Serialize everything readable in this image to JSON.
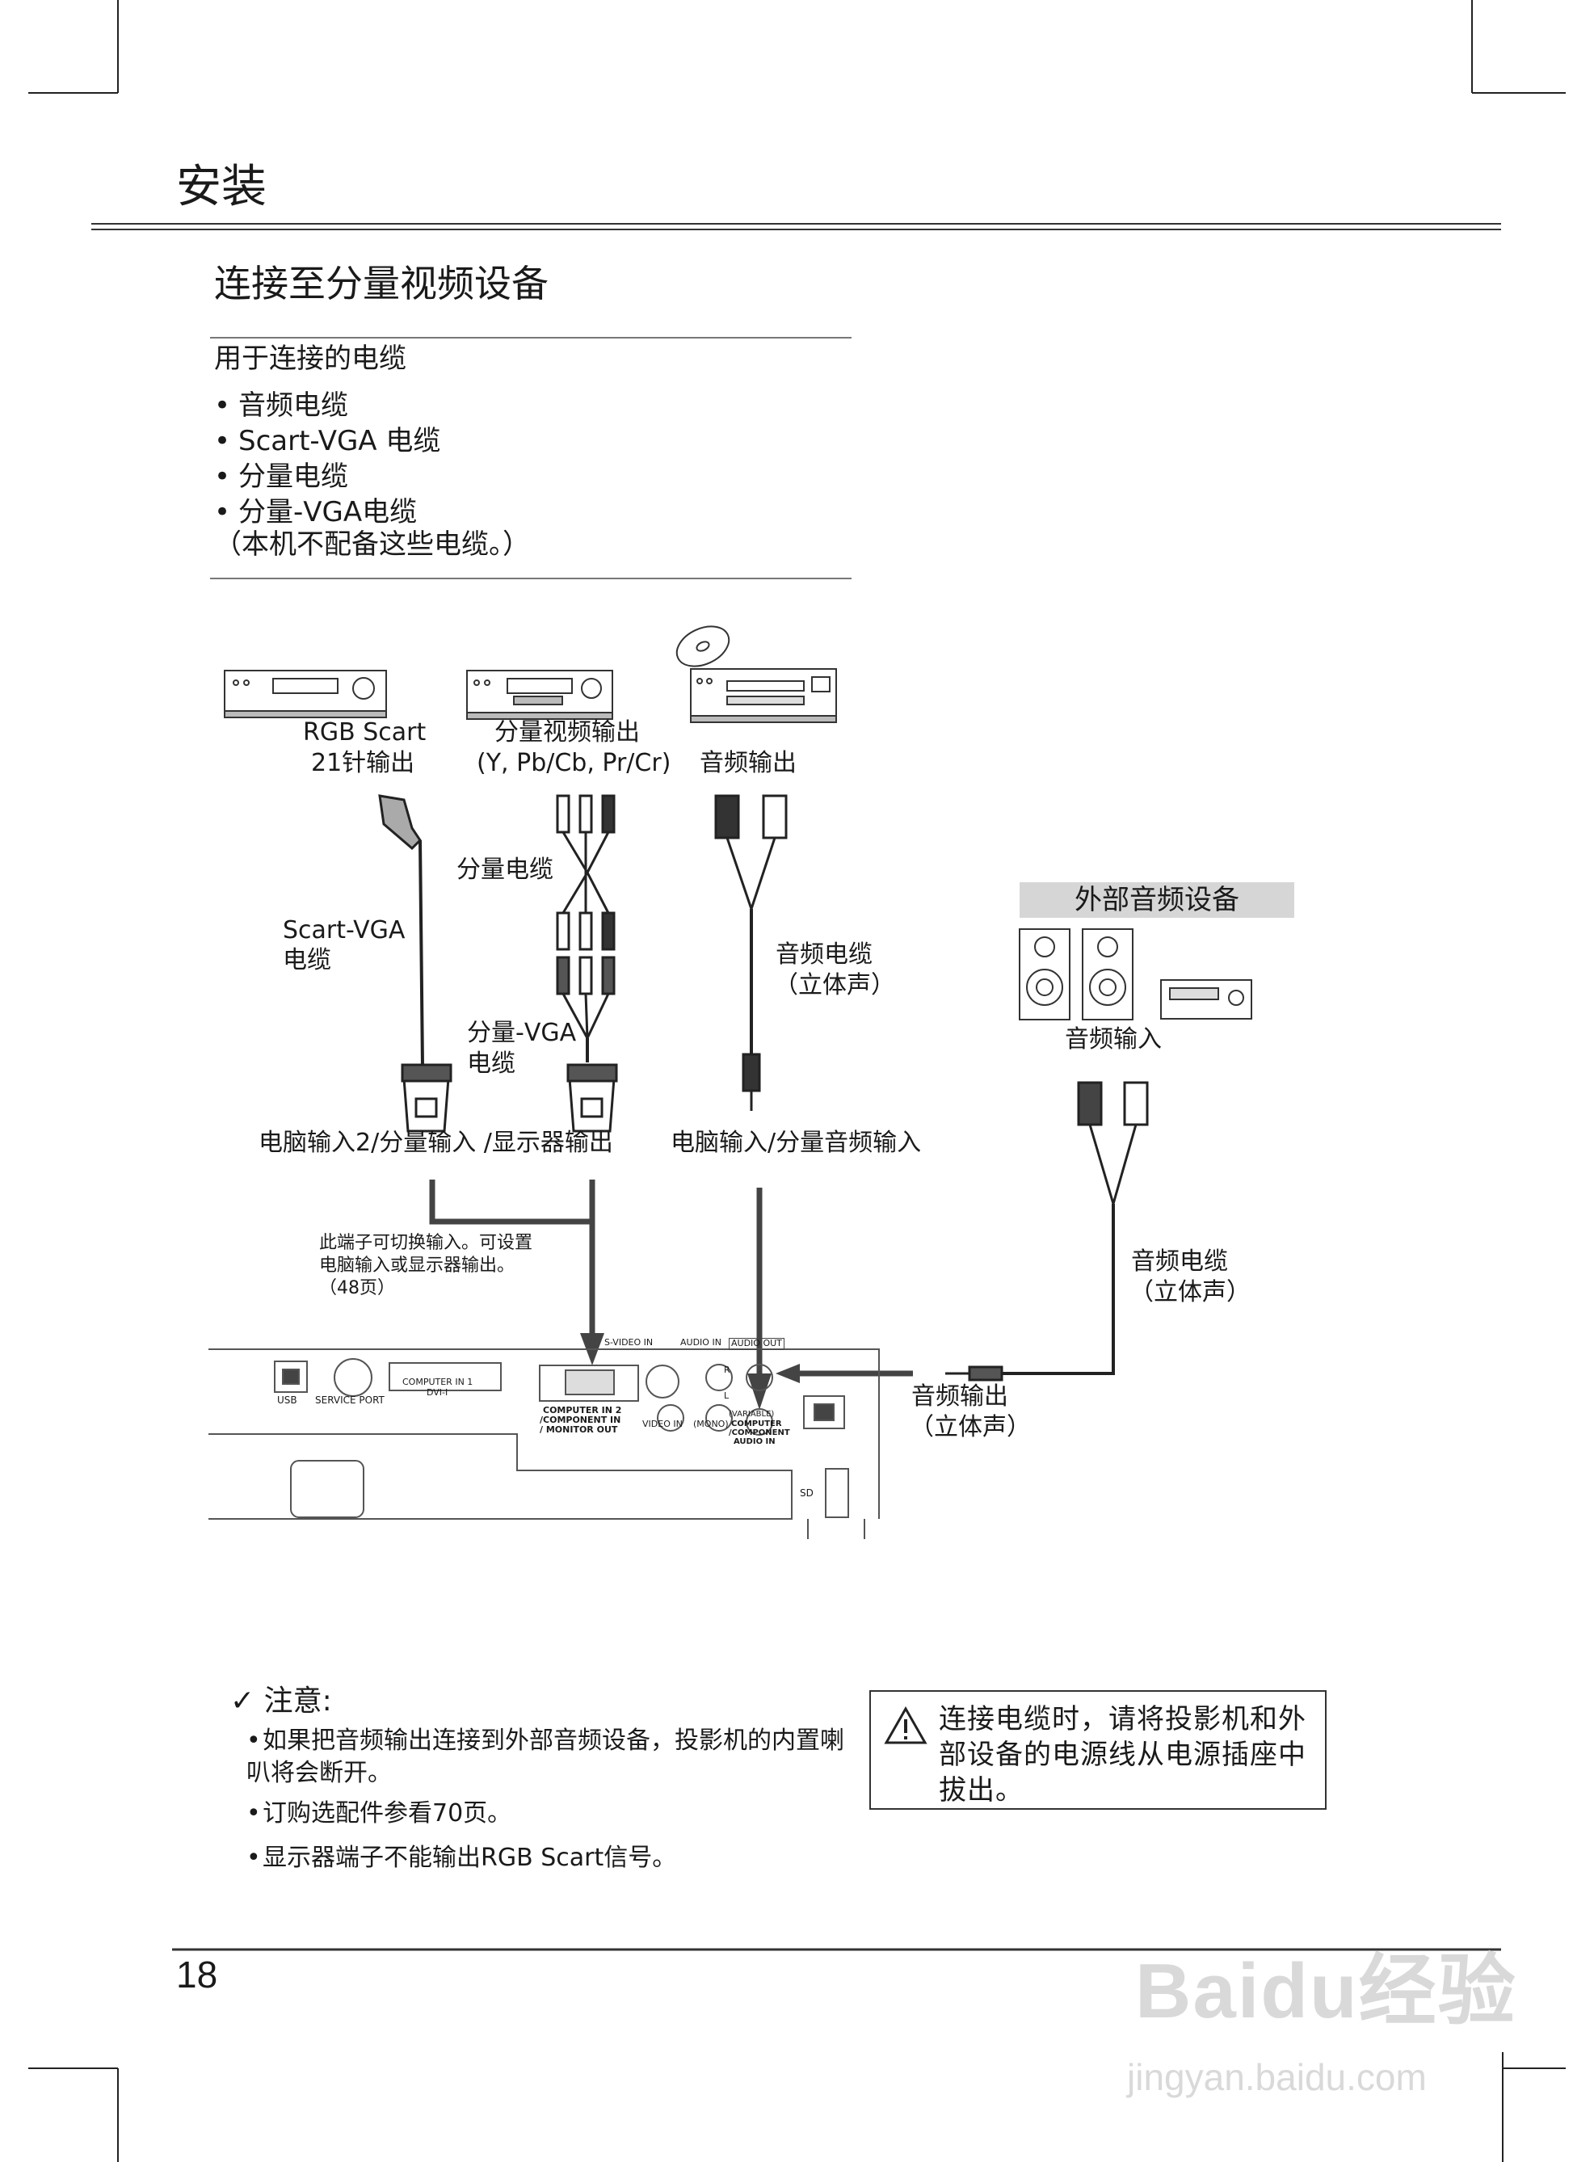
{
  "header": {
    "section_title": "安装",
    "page_heading": "连接至分量视频设备"
  },
  "cables": {
    "heading": "用于连接的电缆",
    "items": [
      "音频电缆",
      "Scart-VGA 电缆",
      "分量电缆",
      "分量-VGA电缆"
    ],
    "note": "（本机不配备这些电缆。）"
  },
  "devices": {
    "rgb_scart_out": [
      "RGB Scart",
      "21针输出"
    ],
    "component_video_out": [
      "分量视频输出",
      "(Y, Pb/Cb, Pr/Cr)"
    ],
    "audio_out": "音频输出",
    "external_audio": {
      "title": "外部音频设备",
      "audio_in": "音频输入"
    }
  },
  "cable_labels": {
    "component_cable": "分量电缆",
    "scart_vga_cable": [
      "Scart-VGA",
      "电缆"
    ],
    "component_vga_cable": [
      "分量-VGA",
      "电缆"
    ],
    "audio_cable_stereo_1": [
      "音频电缆",
      "（立体声）"
    ],
    "audio_cable_stereo_2": [
      "音频电缆",
      "（立体声）"
    ]
  },
  "ports": {
    "computer_in2_monitor_out": "电脑输入2/分量输入 /显示器输出",
    "computer_component_audio_in": "电脑输入/分量音频输入",
    "audio_out_stereo": [
      "音频输出",
      "（立体声）"
    ],
    "switch_note": [
      "此端子可切换输入。可设置",
      "电脑输入或显示器输出。",
      "（48页）"
    ]
  },
  "panel_labels": {
    "usb": "USB",
    "service_port": "SERVICE PORT",
    "computer_in1": [
      "COMPUTER IN 1",
      "DVI-I"
    ],
    "s_video_in": "S-VIDEO IN",
    "audio_in": "AUDIO IN",
    "audio_out": "AUDIO OUT",
    "variable": "(VARIABLE)",
    "computer_in2": [
      "COMPUTER IN 2",
      "/COMPONENT IN",
      "/ MONITOR OUT"
    ],
    "video_in": "VIDEO IN",
    "mono": "(MONO)",
    "computer_component_audio": [
      "COMPUTER",
      "/COMPONENT",
      "AUDIO IN"
    ],
    "r": "R",
    "l": "L",
    "sd": "SD"
  },
  "notes": {
    "title": "✓ 注意:",
    "items": [
      "如果把音频输出连接到外部音频设备，投影机的内置喇叭将会断开。",
      "订购选配件参看70页。",
      "显示器端子不能输出RGB Scart信号。"
    ]
  },
  "warning": {
    "text": "连接电缆时，请将投影机和外部设备的电源线从电源插座中拔出。"
  },
  "page_number": "18",
  "watermark": {
    "logo": "Baidu经验",
    "url": "jingyan.baidu.com"
  }
}
